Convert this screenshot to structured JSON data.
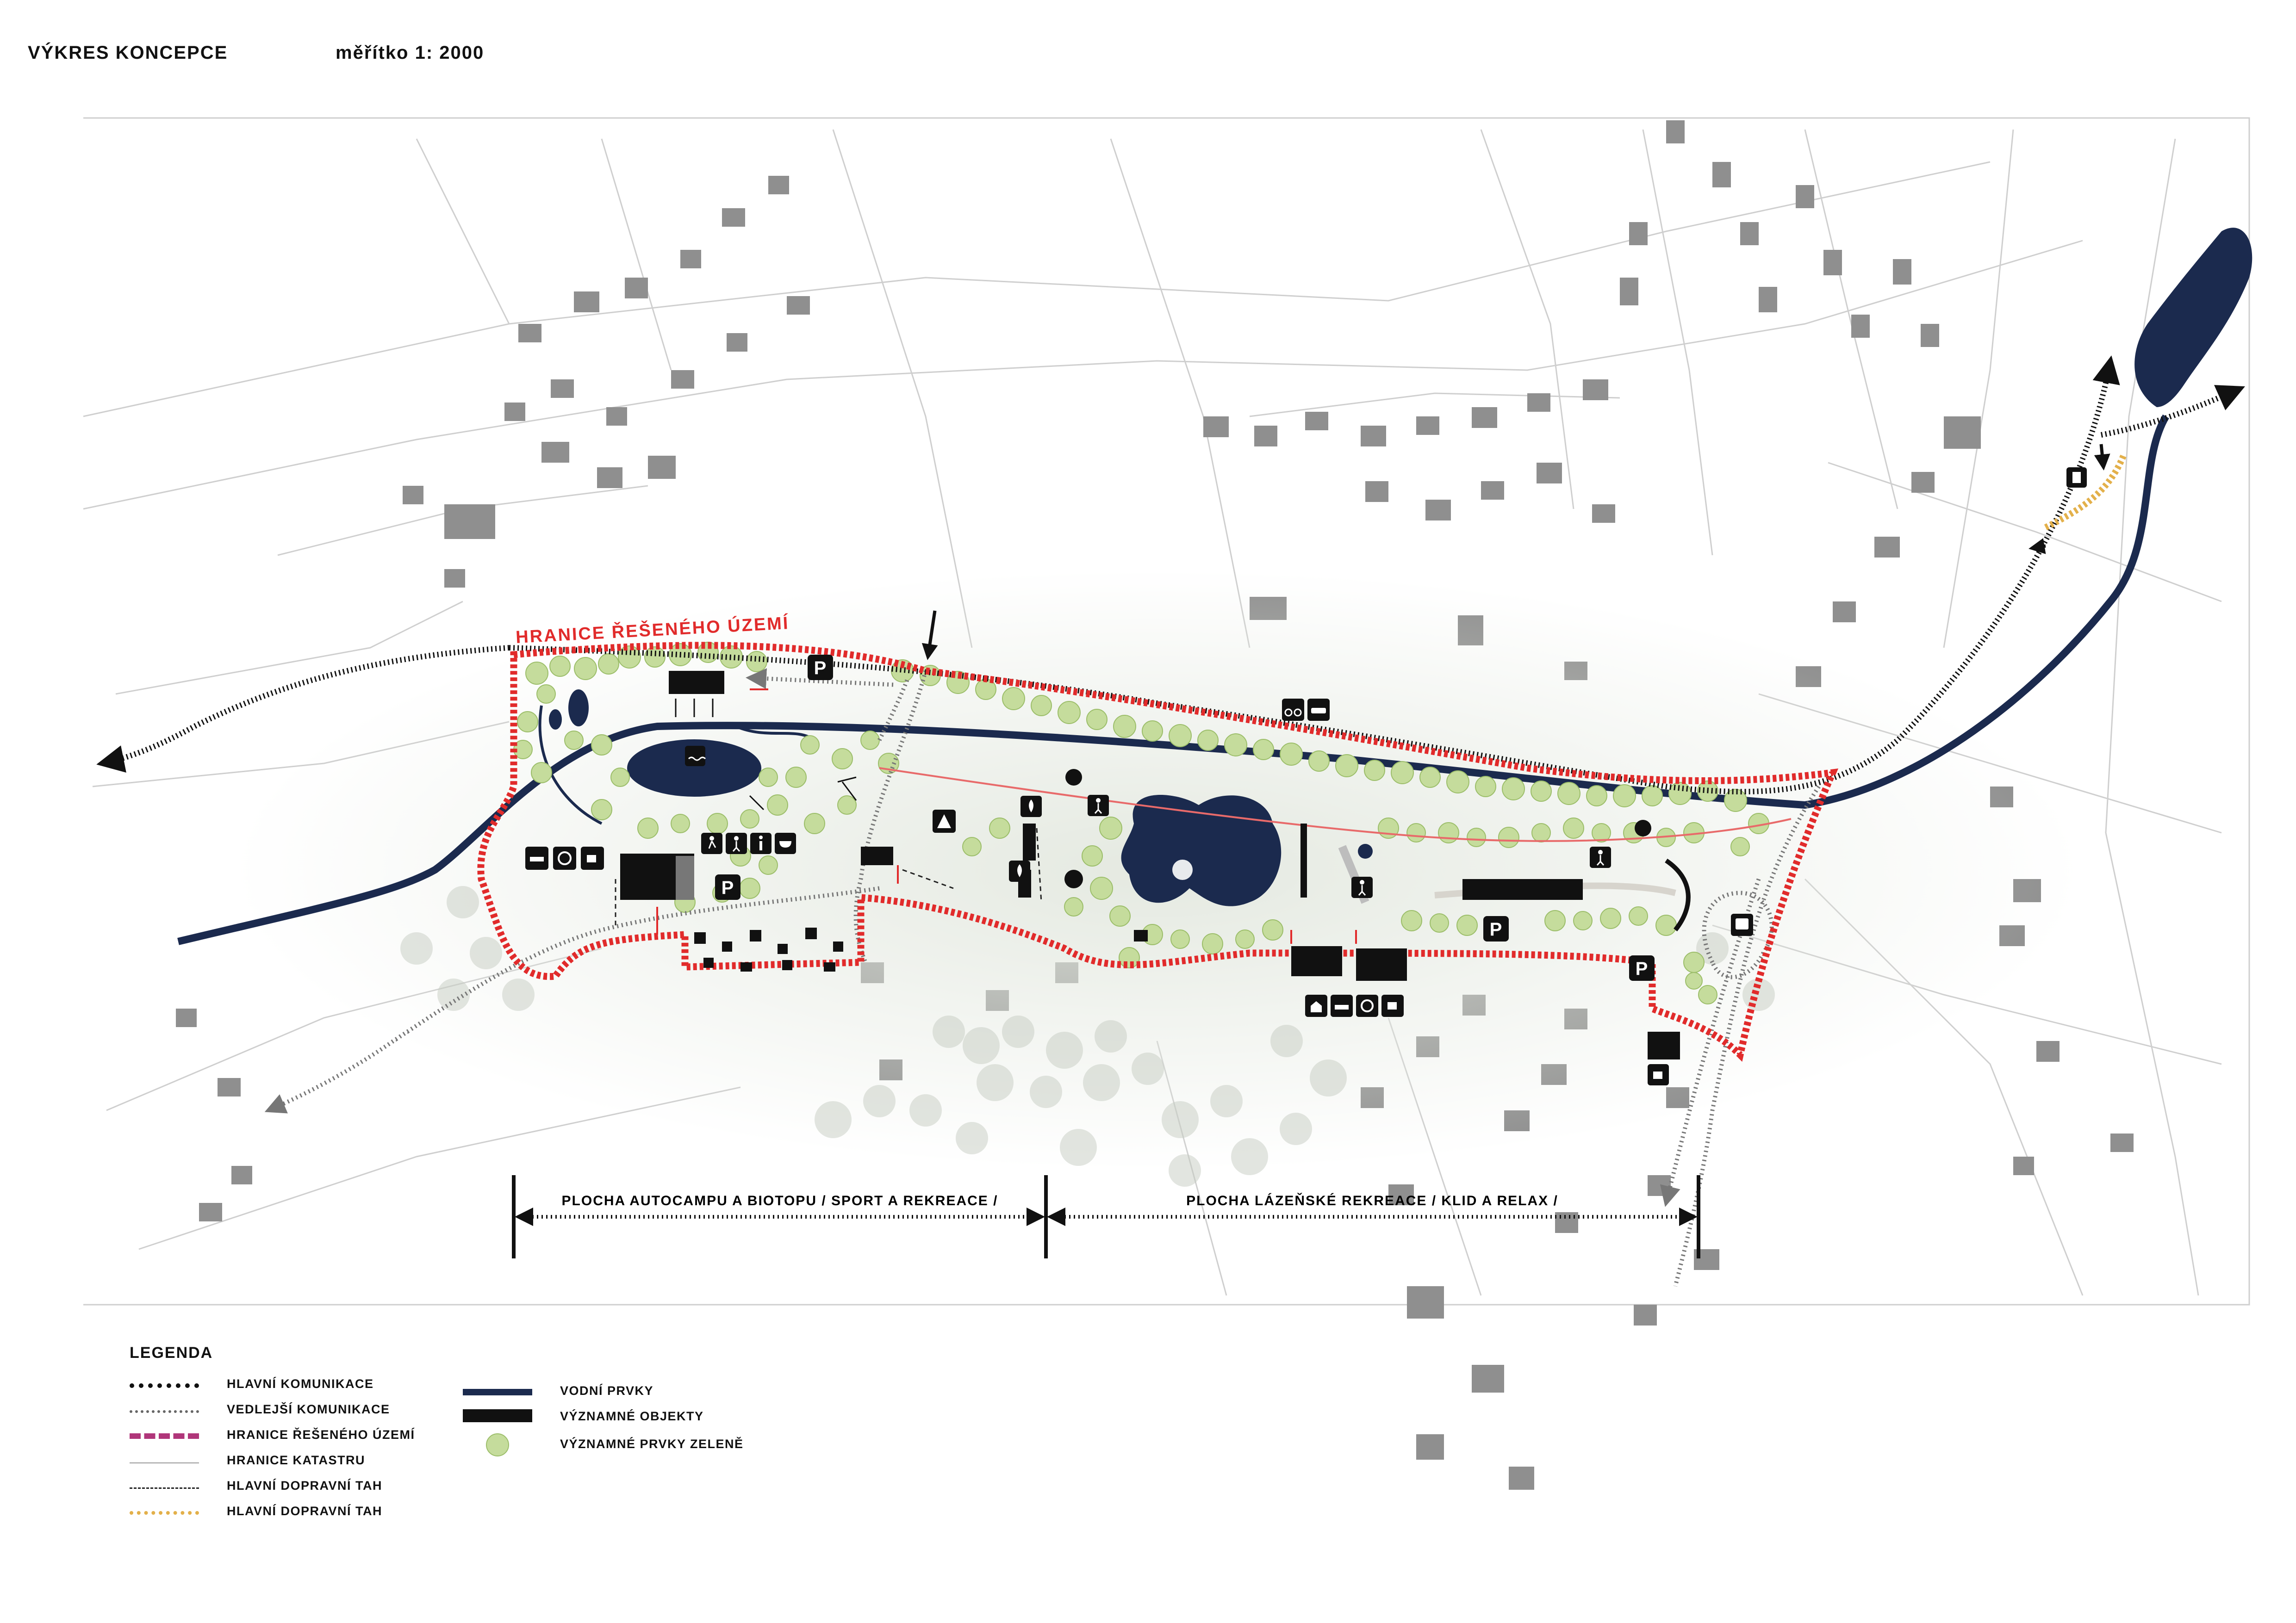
{
  "header": {
    "title": "VÝKRES KONCEPCE",
    "scale": "měřítko 1: 2000"
  },
  "map": {
    "boundary_label": "HRANICE ŘEŠENÉHO ÚZEMÍ",
    "zones": {
      "left": "PLOCHA AUTOCAMPU A BIOTOPU / SPORT A REKREACE /",
      "right": "PLOCHA LÁZEŇSKÉ REKREACE / KLID A RELAX /"
    },
    "parking_label": "P",
    "icon_names": [
      "parking-icon",
      "bed-icon",
      "restaurant-icon",
      "cafe-icon",
      "swimming-icon",
      "camping-icon",
      "campfire-icon",
      "pedestrian-icon",
      "bicycle-icon",
      "car-icon",
      "bus-icon",
      "sport-icon",
      "bbq-icon",
      "info-icon",
      "waste-icon",
      "house-icon"
    ]
  },
  "colors": {
    "water": "#1b2a4e",
    "boundary": "#e12b2b",
    "tree_fill": "#c5dc9c",
    "building": "#8f8f8f",
    "main_road": "#111111",
    "side_road": "#777777",
    "traffic_yellow": "#e3b04a",
    "legend_boundary": "#b0367a"
  },
  "legend": {
    "title": "LEGENDA",
    "items": [
      {
        "label": "HLAVNÍ KOMUNIKACE"
      },
      {
        "label": "VEDLEJŠÍ KOMUNIKACE"
      },
      {
        "label": "HRANICE ŘEŠENÉHO ÚZEMÍ"
      },
      {
        "label": "HRANICE KATASTRU"
      },
      {
        "label": "HLAVNÍ DOPRAVNÍ TAH"
      },
      {
        "label": "HLAVNÍ DOPRAVNÍ TAH"
      },
      {
        "label": "VODNÍ PRVKY"
      },
      {
        "label": "VÝZNAMNÉ OBJEKTY"
      },
      {
        "label": "VÝZNAMNÉ PRVKY ZELENĚ"
      }
    ]
  }
}
